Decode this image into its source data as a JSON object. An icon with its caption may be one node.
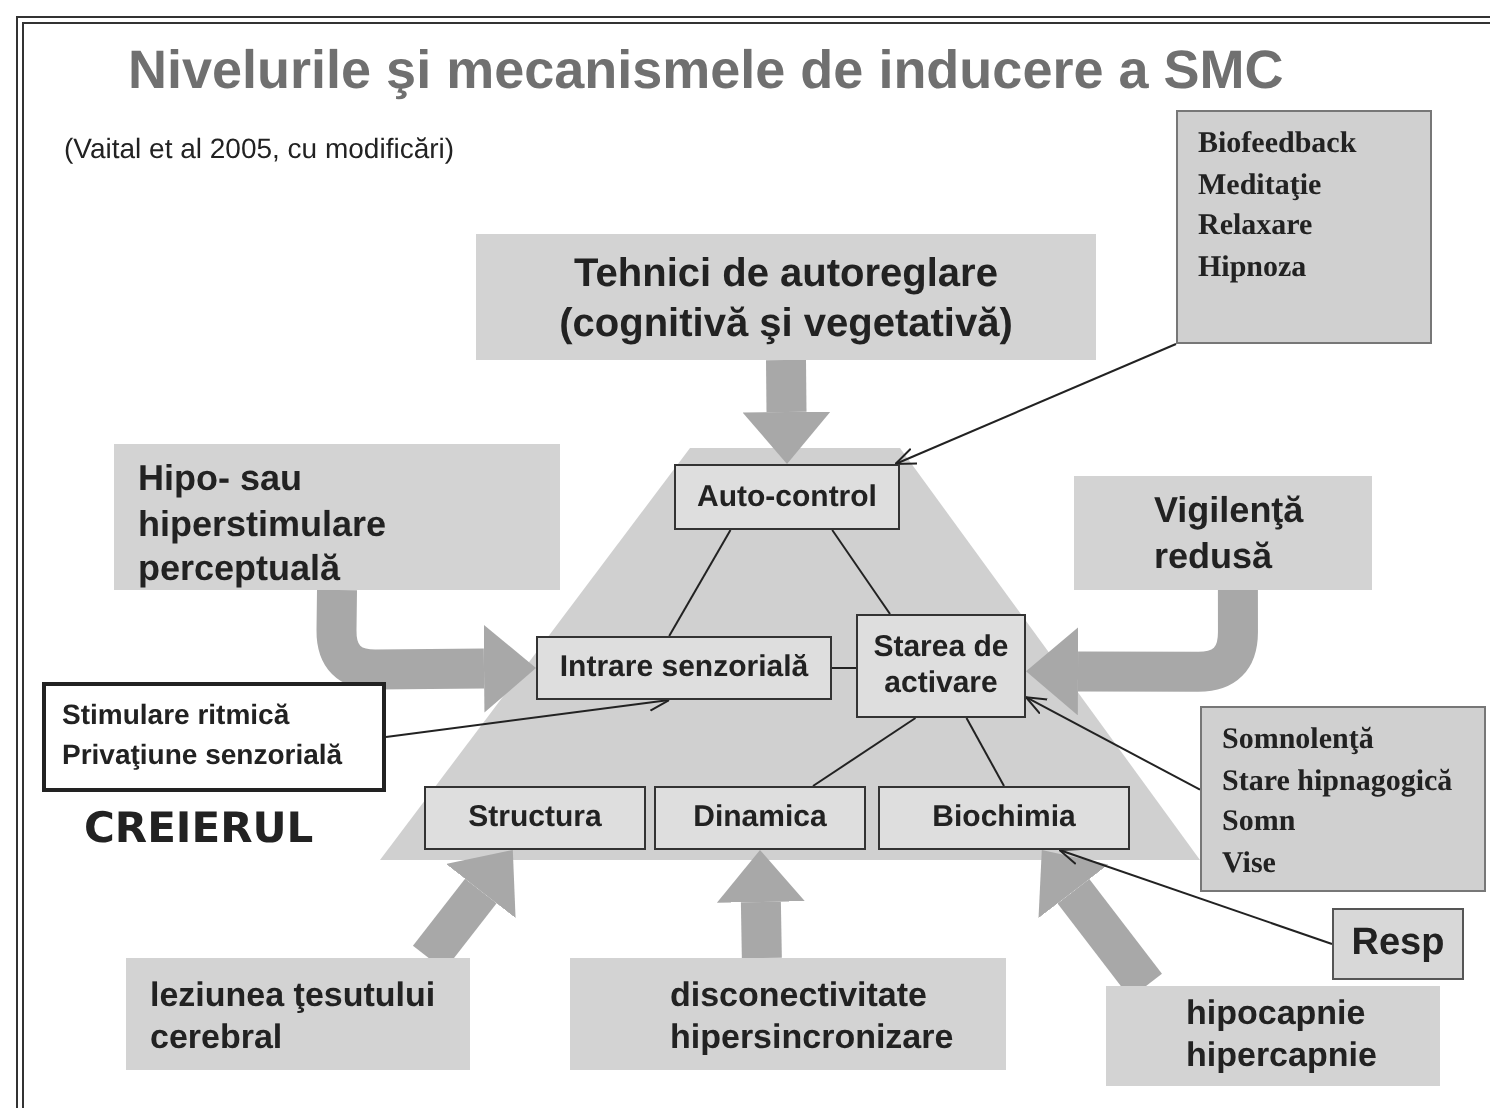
{
  "diagram": {
    "title": "Nivelurile şi mecanismele de inducere a SMC",
    "nodes": [
      {
        "text": [
          "Biofeedback",
          "Meditaţie",
          "Relaxare",
          "Hipnoza"
        ]
      },
      {
        "text": [
          "Tehnici de autoreglare (cognitivă şi vegetativă)"
        ]
      },
      {
        "text": [
          "Hipo- sau hiperstimulare perceptuală"
        ]
      },
      {
        "text": [
          "Auto-control"
        ]
      },
      {
        "text": [
          "Vigilenţă redusă"
        ]
      },
      {
        "text": [
          "Intrare senzorială"
        ]
      },
      {
        "text": [
          "Starea de activare"
        ]
      },
      {
        "text": [
          "Stimulare ritmică",
          "Privaţiune senzorială"
        ]
      },
      {
        "text": [
          "Somnolenţă",
          "Stare hipnagogică",
          "Somn",
          "Vise"
        ]
      },
      {
        "text": [
          "Structura"
        ]
      },
      {
        "text": [
          "Dinamica"
        ]
      },
      {
        "text": [
          "Biochimia"
        ]
      },
      {
        "text": [
          "Resp"
        ]
      },
      {
        "text": [
          "leziunea ţesutului cerebral"
        ]
      },
      {
        "text": [
          "disconectivitate",
          "hipersincronizare"
        ]
      },
      {
        "text": [
          "hipocapnie",
          "hipercapnie"
        ]
      }
    ],
    "edges": [
      {
        "from": 1,
        "to": 3,
        "arrow": "to",
        "style": "thick",
        "color": "#a8a8a8"
      },
      {
        "from": 2,
        "to": 5,
        "arrow": "to",
        "style": "thick",
        "color": "#a8a8a8"
      },
      {
        "from": 4,
        "to": 6,
        "arrow": "to",
        "style": "thick",
        "color": "#a8a8a8"
      },
      {
        "from": 0,
        "to": 3,
        "arrow": "to"
      },
      {
        "from": 3,
        "to": 5,
        "arrow": "none"
      },
      {
        "from": 3,
        "to": 6,
        "arrow": "none"
      },
      {
        "from": 5,
        "to": 6,
        "arrow": "none"
      },
      {
        "from": 7,
        "to": 5,
        "arrow": "to"
      },
      {
        "from": 8,
        "to": 6,
        "arrow": "to"
      },
      {
        "from": 6,
        "to": 10,
        "arrow": "none"
      },
      {
        "from": 6,
        "to": 11,
        "arrow": "none"
      },
      {
        "from": 13,
        "to": 9,
        "arrow": "to",
        "style": "thick",
        "color": "#a8a8a8"
      },
      {
        "from": 14,
        "to": 10,
        "arrow": "to",
        "style": "thick",
        "color": "#a8a8a8"
      },
      {
        "from": 15,
        "to": 11,
        "arrow": "to",
        "style": "thick",
        "color": "#a8a8a8"
      },
      {
        "from": 12,
        "to": 11,
        "arrow": "to"
      }
    ],
    "labels": [
      "(Vaital et al 2005, cu modificări)",
      "CREIERUL"
    ]
  }
}
